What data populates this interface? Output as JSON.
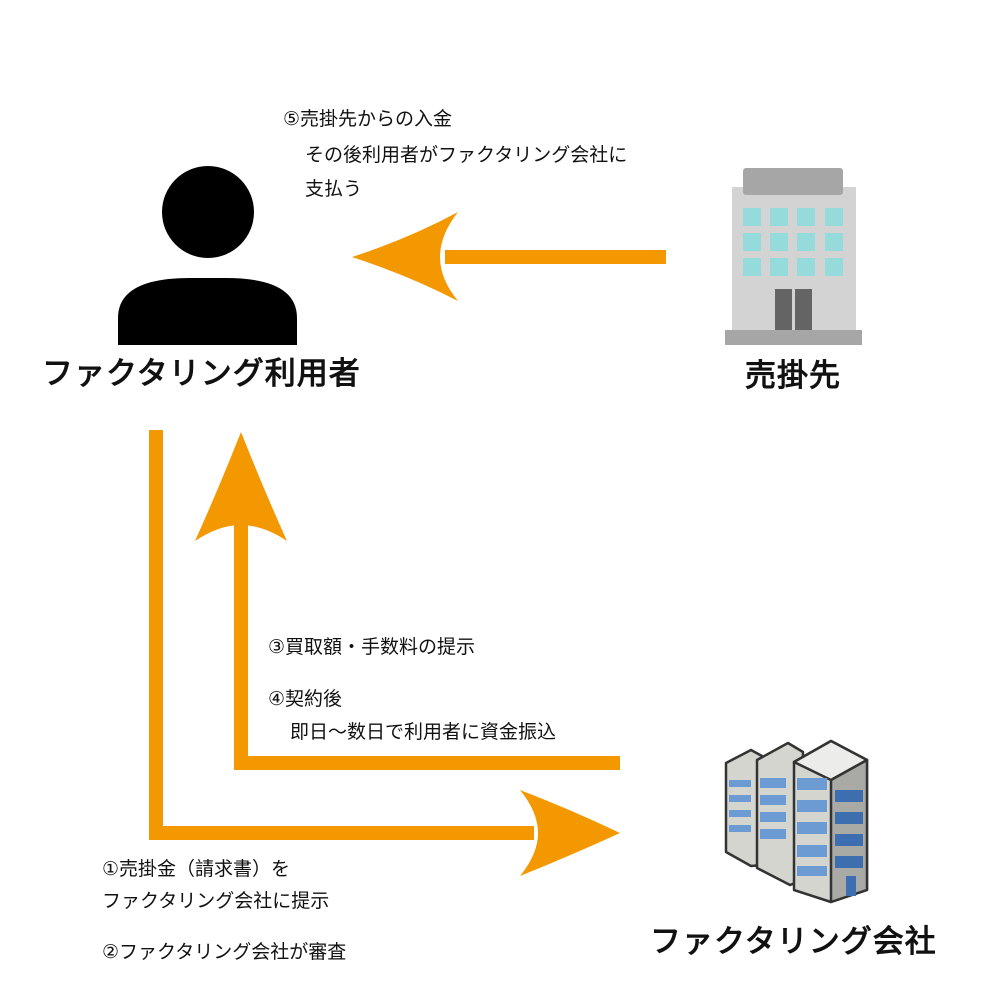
{
  "colors": {
    "arrow": "#F39800",
    "person": "#000000"
  },
  "nodes": {
    "user": "ファクタリング利用者",
    "debtor": "売掛先",
    "factor": "ファクタリング会社"
  },
  "steps": {
    "step1_line1": "①売掛金（請求書）を",
    "step1_line2": "ファクタリング会社に提示",
    "step2": "②ファクタリング会社が審査",
    "step3": "③買取額・手数料の提示",
    "step4_line1": "④契約後",
    "step4_line2": "即日〜数日で利用者に資金振込",
    "step5_line1": "⑤売掛先からの入金",
    "step5_line2": "その後利用者がファクタリング会社に",
    "step5_line3": "支払う"
  }
}
